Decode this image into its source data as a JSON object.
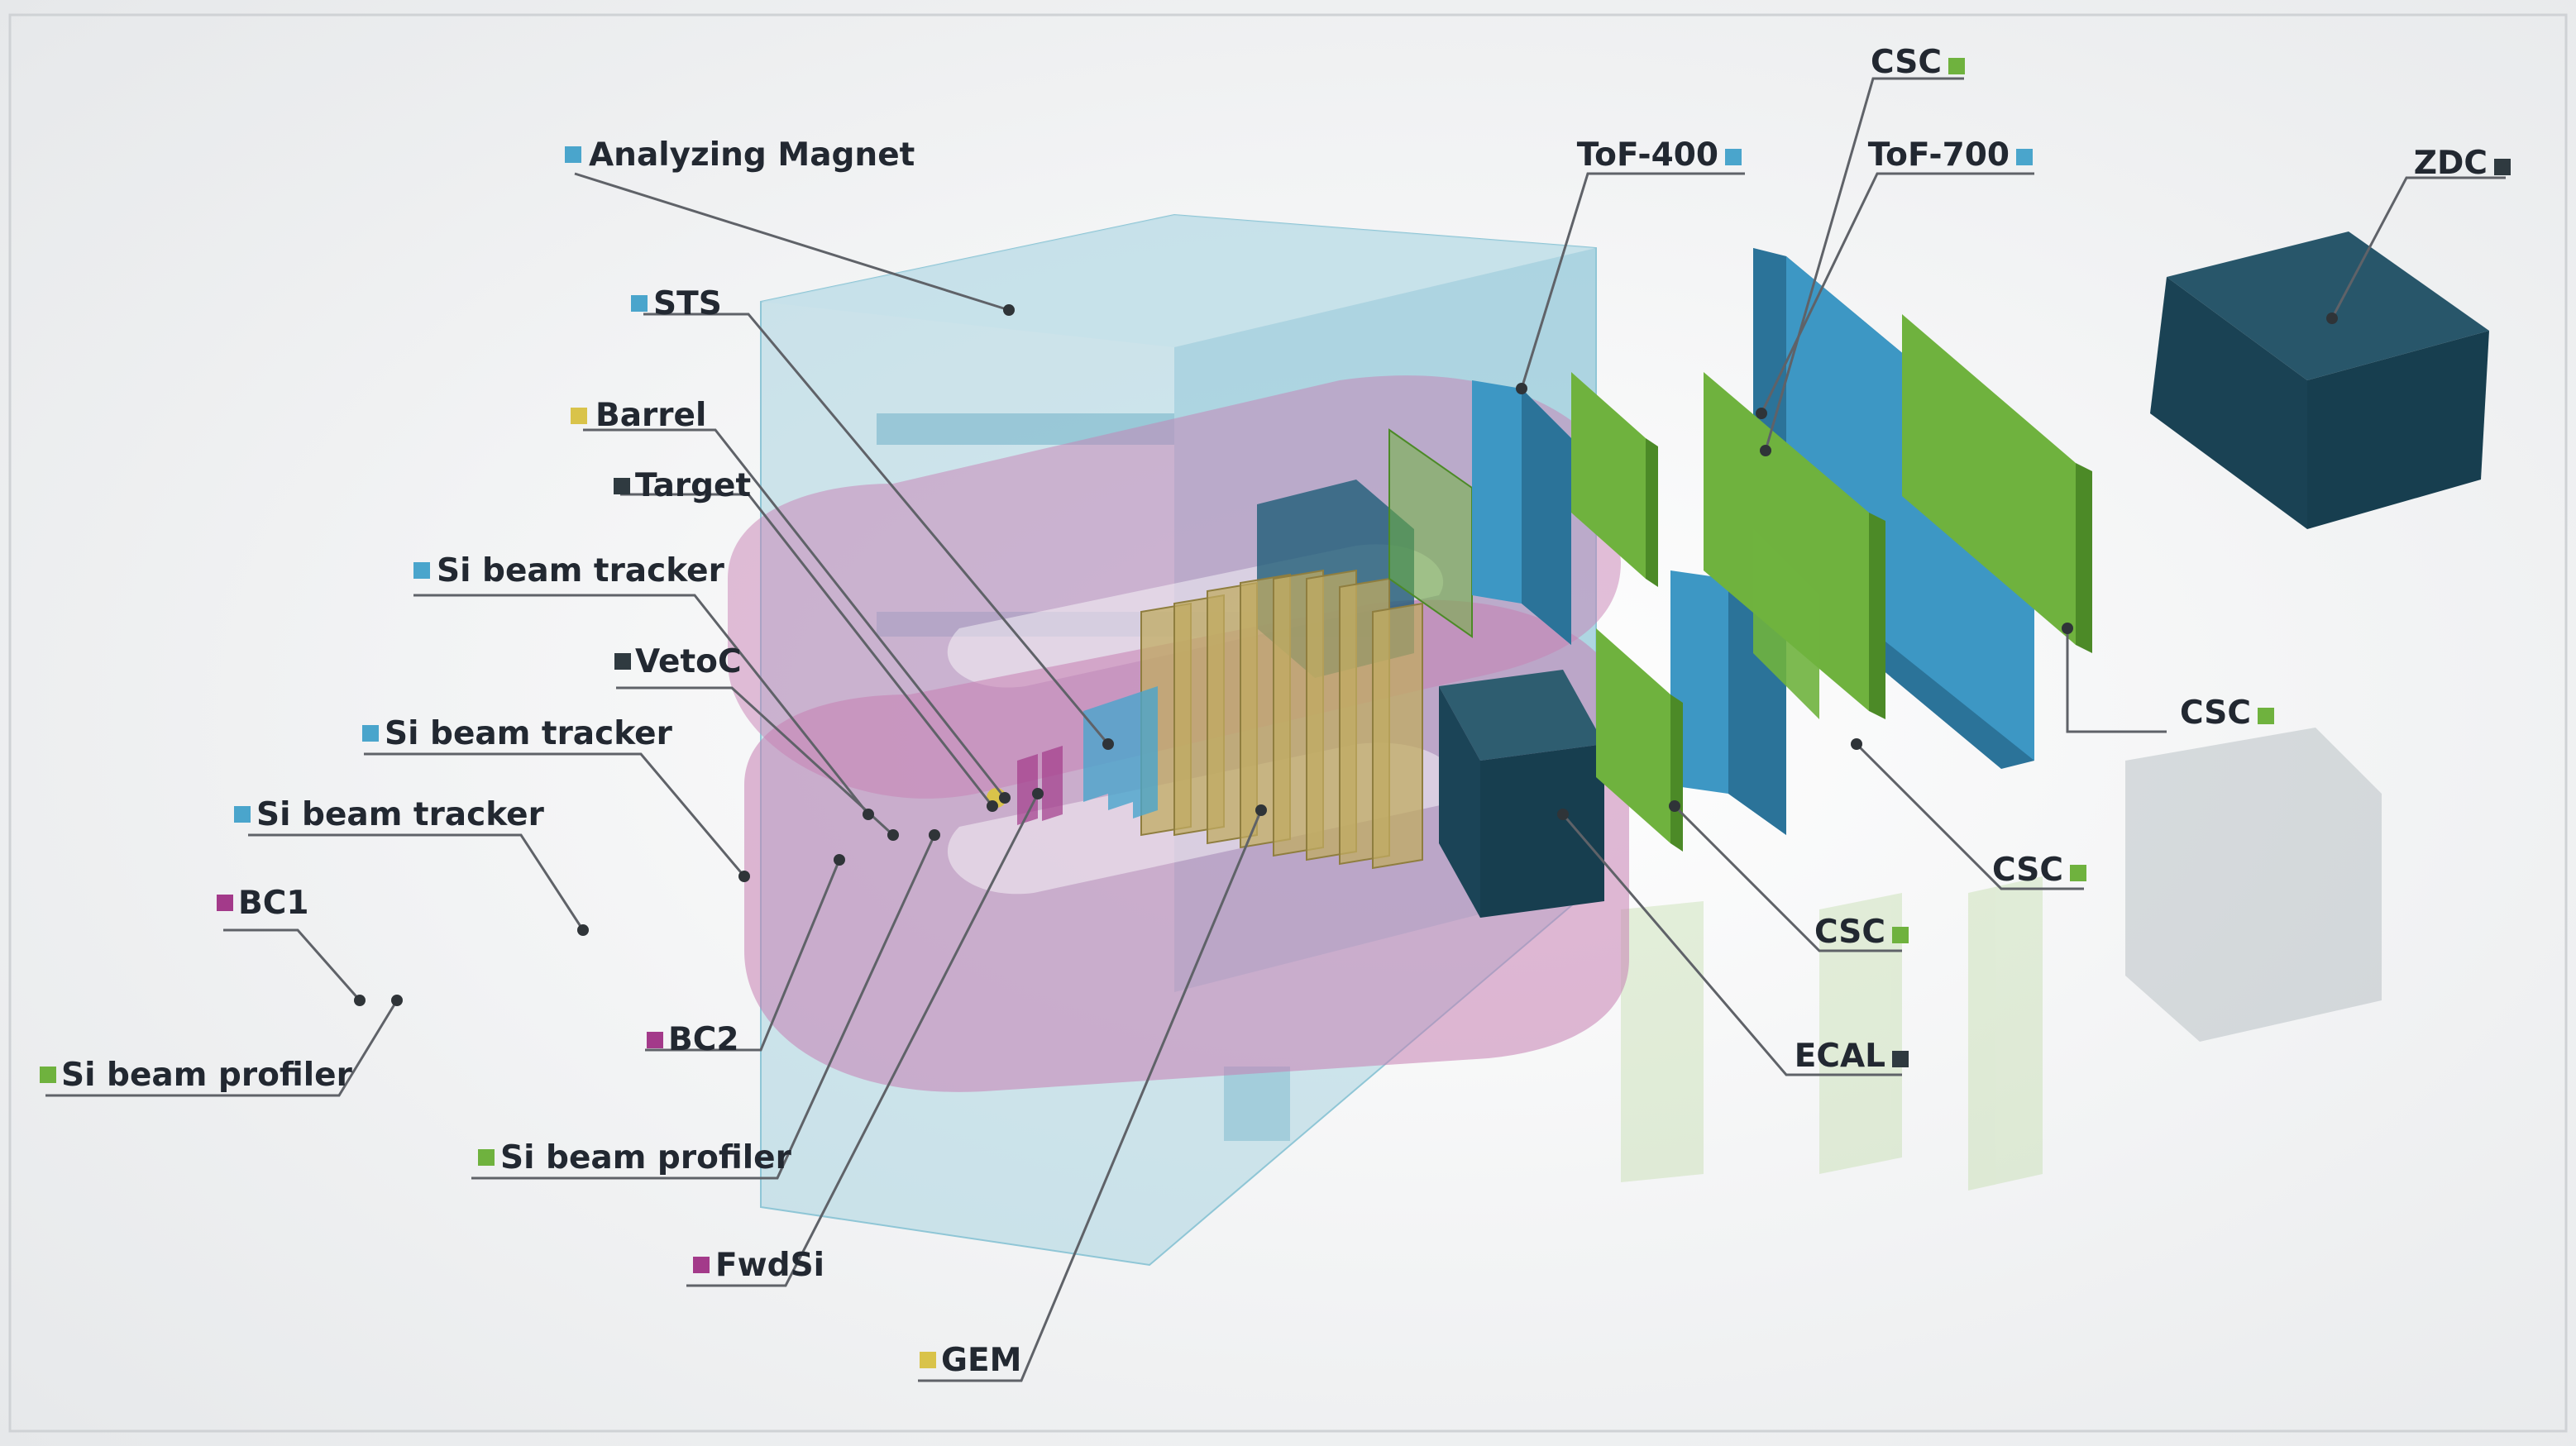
{
  "colors": {
    "background": "#f1f2f3",
    "magnet_yoke": "#8fc6d6",
    "magnet_coil": "#c77fb3",
    "tof": "#3d97c4",
    "csc": "#6fb23e",
    "zdc_ecal": "#173e4f",
    "gem": "#c0ab62",
    "sts": "#4aa5cc",
    "marker_blue": "#4aa5cc",
    "marker_yellow": "#d9c34a",
    "marker_green": "#6fb23e",
    "marker_purple": "#a33a8a",
    "marker_dark": "#2f3a40",
    "label_text": "#222831",
    "leader_line": "#5f6268"
  },
  "labels": {
    "analyzing_magnet": "Analyzing Magnet",
    "sts": "STS",
    "barrel": "Barrel",
    "target": "Target",
    "si_beam_tracker_1": "Si beam tracker",
    "vetoc": "VetoC",
    "si_beam_tracker_2": "Si beam tracker",
    "si_beam_tracker_3": "Si beam tracker",
    "bc1": "BC1",
    "si_beam_profiler_1": "Si beam profiler",
    "bc2": "BC2",
    "si_beam_profiler_2": "Si beam profiler",
    "fwdsi": "FwdSi",
    "gem": "GEM",
    "tof_400": "ToF-400",
    "csc_top": "CSC",
    "tof_700": "ToF-700",
    "zdc": "ZDC",
    "csc_right": "CSC",
    "csc_mid": "CSC",
    "csc_low": "CSC",
    "ecal": "ECAL"
  }
}
